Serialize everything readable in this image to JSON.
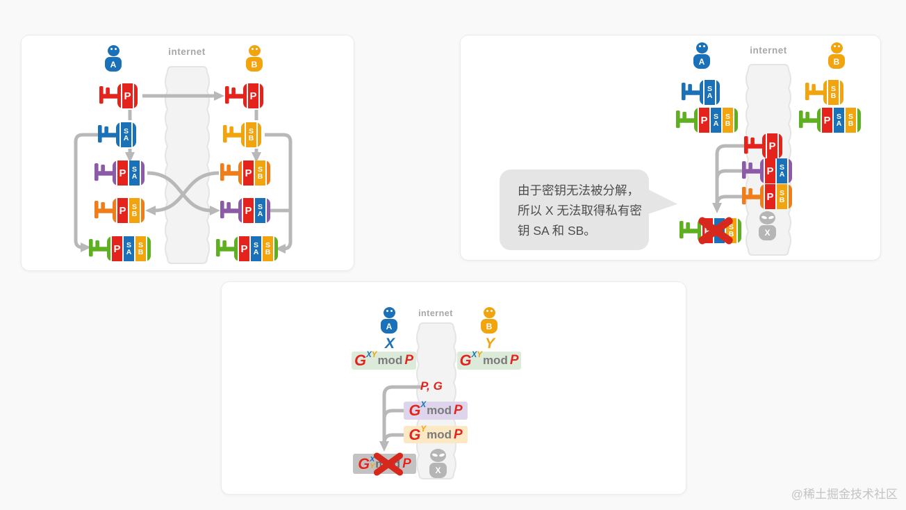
{
  "watermark": "@稀土掘金技术社区",
  "shared": {
    "internet_label": "internet",
    "person_a": "A",
    "person_b": "B",
    "hacker_label": "X",
    "key_letters": {
      "p": "P",
      "s": "S",
      "a": "A",
      "b": "B"
    }
  },
  "panel2": {
    "bubble_lines": [
      "由于密钥无法被分解，",
      "所以 X 无法取得私有密",
      "钥 SA 和 SB。"
    ]
  },
  "panel3": {
    "secret_a": "X",
    "secret_b": "Y",
    "public_params": "P, G",
    "formula": {
      "g": "G",
      "sup_x": "X",
      "sup_y": "Y",
      "mod": "mod",
      "p": "P"
    }
  },
  "colors": {
    "red": "#e3231c",
    "blue": "#1a71b8",
    "yellow": "#f2a40e",
    "orange": "#ee7d1a",
    "purple": "#8c5ba8",
    "green": "#5fb021",
    "arrow_gray": "#b8b8b8",
    "cross_red": "#d7281d",
    "band_fill": "#f3f3f3",
    "bubble_gray": "#e5e5e5"
  }
}
